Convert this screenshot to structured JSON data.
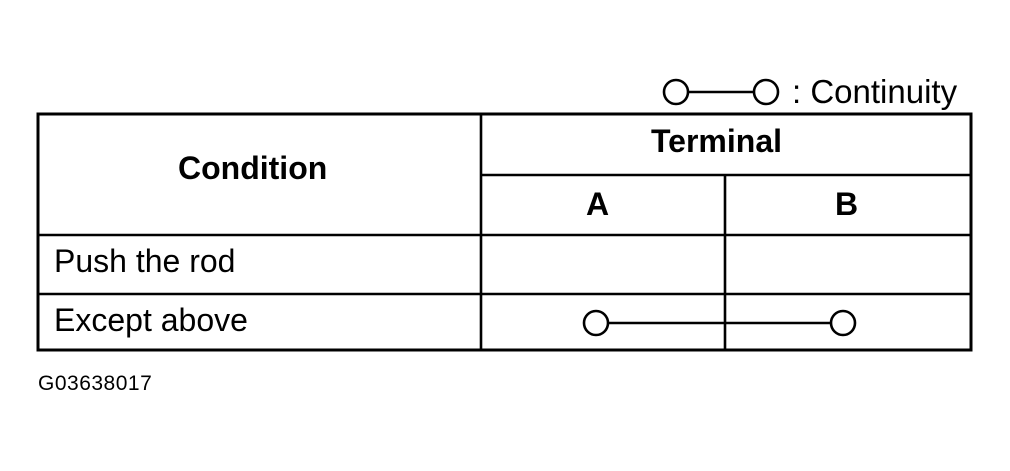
{
  "legend": {
    "label": ": Continuity",
    "symbol_icon": "continuity-symbol-icon"
  },
  "table": {
    "condition_header": "Condition",
    "terminal_header": "Terminal",
    "terminals": [
      "A",
      "B"
    ],
    "rows": [
      {
        "condition": "Push the rod",
        "continuity": false
      },
      {
        "condition": "Except above",
        "continuity": true
      }
    ]
  },
  "figure_id": "G03638017",
  "colors": {
    "line": "#000000",
    "background": "#ffffff"
  }
}
